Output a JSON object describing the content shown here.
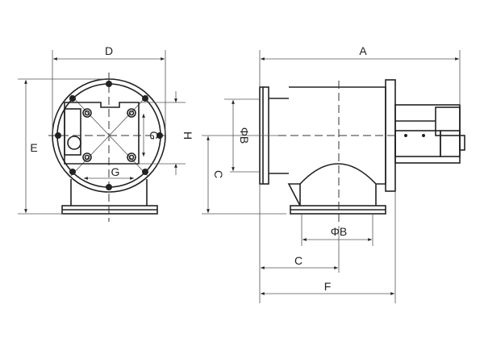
{
  "front_view": {
    "dim_d": "D",
    "dim_e": "E",
    "dim_g_vertical": "G",
    "dim_g_horizontal": "G",
    "dim_h": "H"
  },
  "side_view": {
    "dim_a": "A",
    "dim_phib_left": "ΦB",
    "dim_c_left": "C",
    "dim_phib_bottom": "ΦB",
    "dim_c_bottom": "C",
    "dim_f": "F"
  }
}
